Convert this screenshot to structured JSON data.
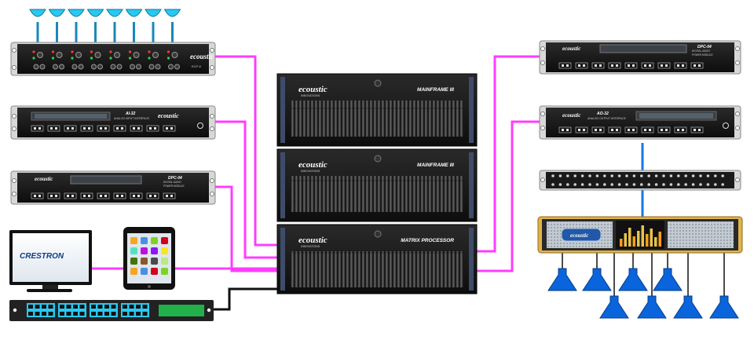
{
  "brand": {
    "name": "ecoustic",
    "sub": "INNOVATIONS"
  },
  "colors": {
    "magenta": "#ff3cff",
    "blue_link": "#1478e6",
    "cyan_port": "#29c8f0",
    "speaker_blue": "#0a64dc",
    "rack_black": "#151515",
    "panel_grey": "#efefef",
    "lcd_green": "#22b04a"
  },
  "left_devices": {
    "mic_preamp": {
      "name": "mic-preamp-8ch",
      "channels": 8,
      "model": "ECP-8"
    },
    "ai32": {
      "model": "AI-32",
      "desc": "ANALOG INPUT INTERFACE"
    },
    "dpc04_left": {
      "model": "DPC-04",
      "desc": "DIGITAL AUDIO",
      "desc2": "POWER MODULE"
    }
  },
  "center_stack": {
    "units": [
      {
        "label": "MAINFRAME III"
      },
      {
        "label": "MAINFRAME III"
      },
      {
        "label": "MATRIX PROCESSOR"
      }
    ]
  },
  "right_devices": {
    "dpc04_right": {
      "model": "DPC-04",
      "desc": "DIGITAL AUDIO",
      "desc2": "POWER MODULE"
    },
    "ao32": {
      "model": "AO-32",
      "desc": "ANALOG OUTPUT INTERFACE"
    },
    "patch_bay": {
      "ports": 24
    }
  },
  "crestron": {
    "logo": "CRESTRON"
  },
  "amplifier": {
    "brand": "ecoustic"
  },
  "speakers": {
    "count": 8
  }
}
